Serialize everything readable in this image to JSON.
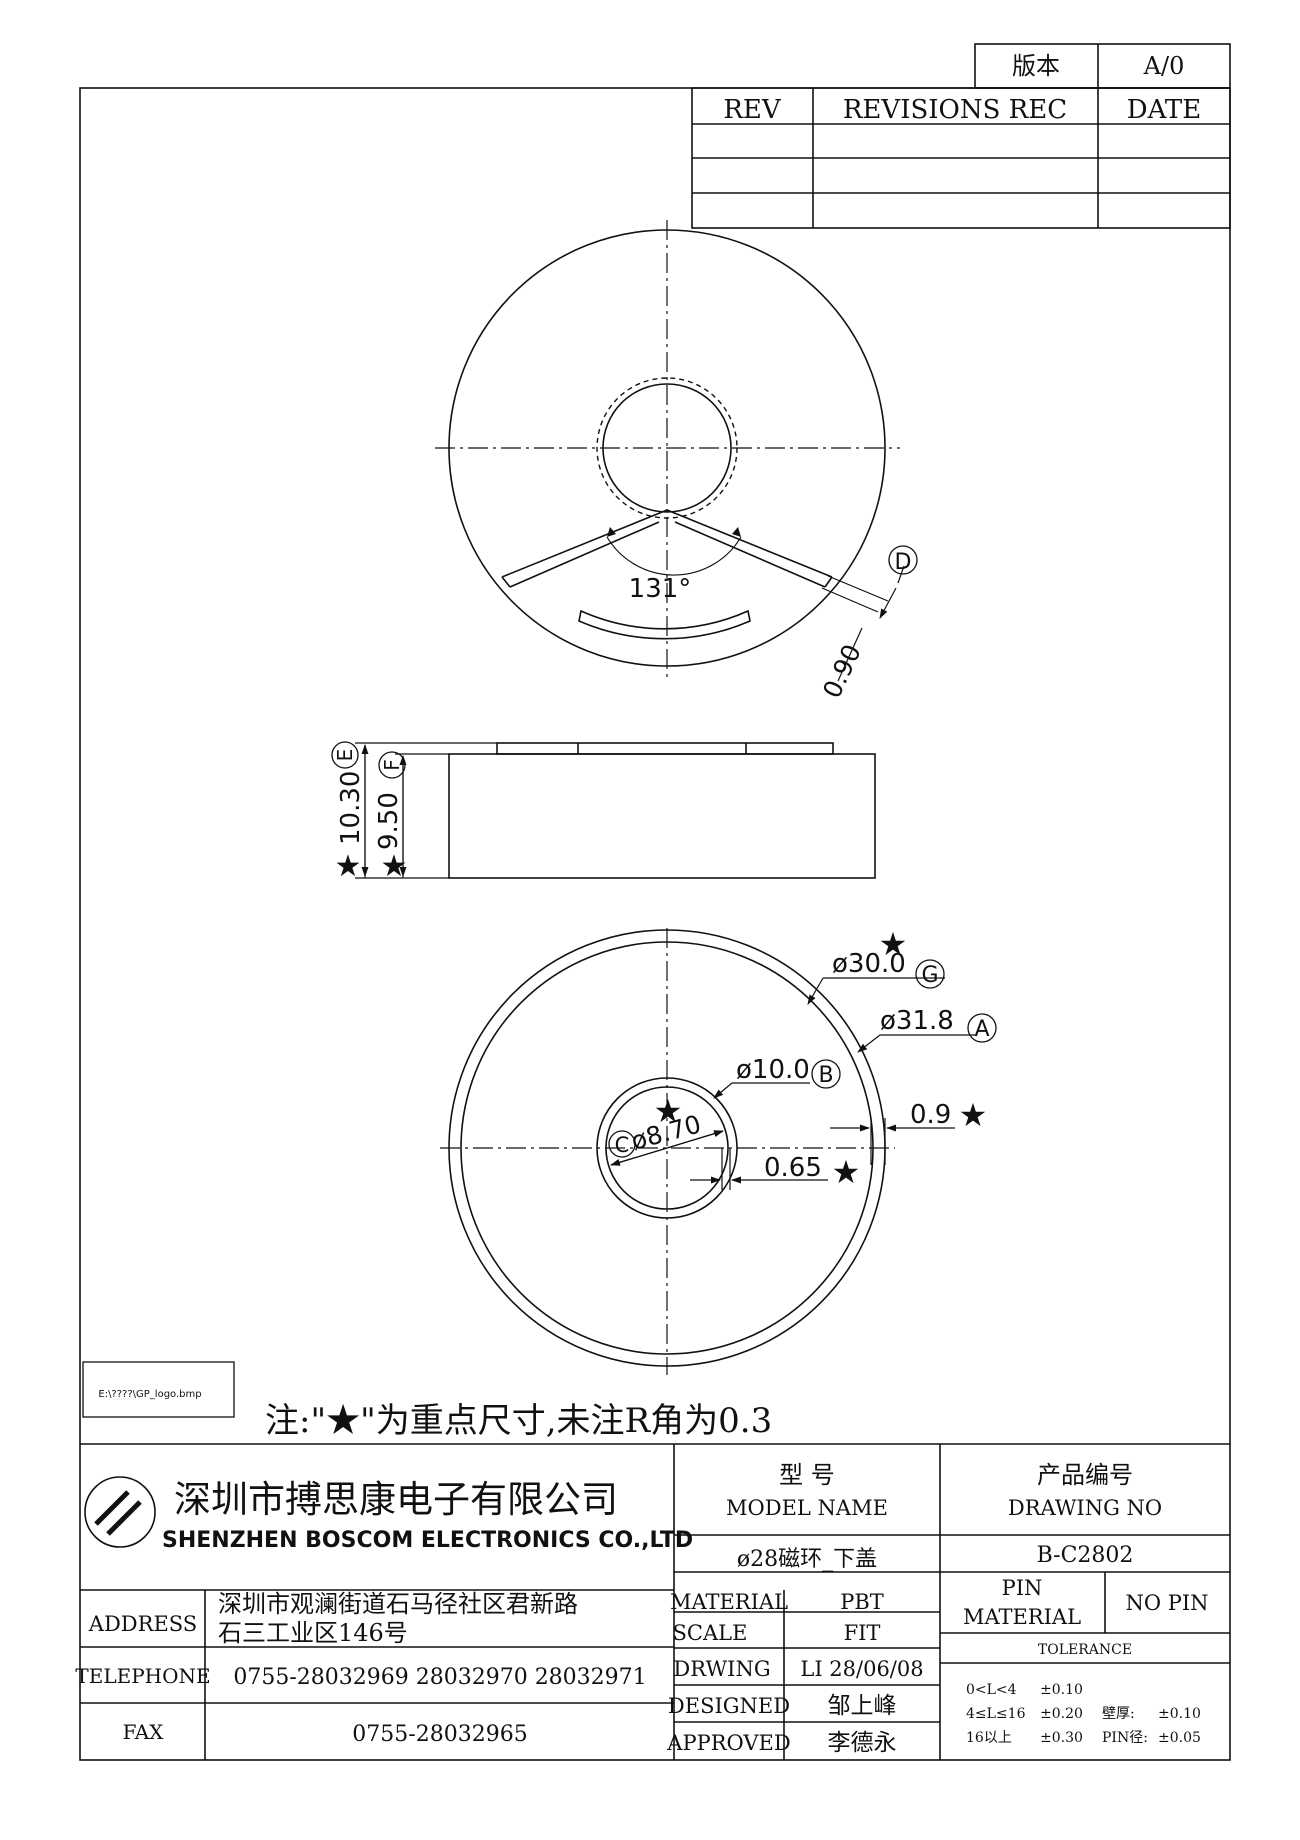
{
  "revision_table": {
    "version_label": "版本",
    "version_value": "A/0",
    "headers": [
      "REV",
      "REVISIONS REC",
      "DATE"
    ]
  },
  "top_view": {
    "angle_label": "131°",
    "dim_090": "0.90",
    "tag_d": "D"
  },
  "side_view": {
    "dim_height_total": "10.30",
    "dim_height_body": "9.50",
    "tag_e": "E",
    "tag_f": "F",
    "star": "★"
  },
  "bottom_view": {
    "dia_300": "ø30.0",
    "tag_g": "G",
    "dia_318": "ø31.8",
    "tag_a": "A",
    "dia_100": "ø10.0",
    "tag_b": "B",
    "dia_870": "ø8.70",
    "tag_c": "C",
    "dim_09": "0.9",
    "dim_065": "0.65",
    "star": "★"
  },
  "logo_placeholder": "E:\\????\\GP_logo.bmp",
  "note": "注:\"★\"为重点尺寸,未注R角为0.3",
  "title_block": {
    "company_cn": "深圳市搏思康电子有限公司",
    "company_en": "SHENZHEN  BOSCOM  ELECTRONICS  CO.,LTD",
    "model_label_cn": "型      号",
    "model_label_en": "MODEL NAME",
    "model_value": "ø28磁环_下盖",
    "drawing_label_cn": "产品编号",
    "drawing_label_en": "DRAWING NO",
    "drawing_value": "B-C2802",
    "address_label": "ADDRESS",
    "address_line1": "深圳市观澜街道石马径社区君新路",
    "address_line2": "石三工业区146号",
    "telephone_label": "TELEPHONE",
    "telephone_value": "0755-28032969  28032970  28032971",
    "fax_label": "FAX",
    "fax_value": "0755-28032965",
    "material_label": "MATERIAL",
    "material_value": "PBT",
    "scale_label": "SCALE",
    "scale_value": "FIT",
    "drwing_label": "DRWING",
    "drwing_value": "LI  28/06/08",
    "designed_label": "DESIGNED",
    "designed_value": "邹上峰",
    "approved_label": "APPROVED",
    "approved_value": "李德永",
    "pin_material_label1": "PIN",
    "pin_material_label2": "MATERIAL",
    "pin_material_value": "NO  PIN",
    "tolerance_label": "TOLERANCE",
    "tol_row1_range": "0<L<4",
    "tol_row1_value": "±0.10",
    "tol_row2_range": "4≤L≤16",
    "tol_row2_value": "±0.20",
    "tol_row2_extra_label": "壁厚:",
    "tol_row2_extra_value": "±0.10",
    "tol_row3_range": "16以上",
    "tol_row3_value": "±0.30",
    "tol_row3_extra_label": "PIN径:",
    "tol_row3_extra_value": "±0.05"
  }
}
